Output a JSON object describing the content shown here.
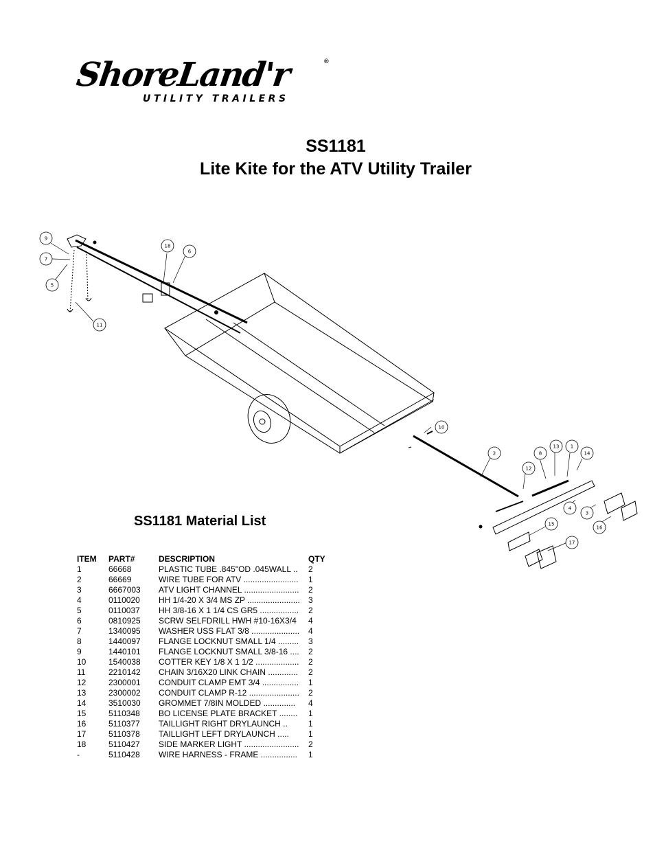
{
  "logo": {
    "brand": "ShoreLand'r",
    "registered": "®",
    "tagline": "UTILITY TRAILERS"
  },
  "title": {
    "model": "SS1181",
    "name": "Lite Kite for the ATV Utility Trailer"
  },
  "diagram": {
    "callouts": [
      "9",
      "7",
      "5",
      "18",
      "6",
      "11",
      "10",
      "2",
      "12",
      "8",
      "13",
      "1",
      "14",
      "4",
      "3",
      "16",
      "15",
      "17"
    ]
  },
  "material_list": {
    "title": "SS1181  Material List",
    "headers": {
      "item": "ITEM",
      "part": "PART#",
      "description": "DESCRIPTION",
      "qty": "QTY"
    },
    "rows": [
      {
        "item": "1",
        "part": "66668",
        "description": "PLASTIC TUBE .845\"OD .045WALL ..",
        "qty": "2"
      },
      {
        "item": "2",
        "part": "66669",
        "description": "WIRE TUBE FOR ATV ........................",
        "qty": "1"
      },
      {
        "item": "3",
        "part": "6667003",
        "description": "ATV LIGHT CHANNEL ........................",
        "qty": "2"
      },
      {
        "item": "4",
        "part": "0110020",
        "description": "HH 1/4-20 X 3/4 MS ZP .......................",
        "qty": "3"
      },
      {
        "item": "5",
        "part": "0110037",
        "description": "HH 3/8-16 X 1 1/4 CS GR5 .................",
        "qty": "2"
      },
      {
        "item": "6",
        "part": "0810925",
        "description": "SCRW SELFDRILL HWH #10-16X3/4",
        "qty": "4"
      },
      {
        "item": "7",
        "part": "1340095",
        "description": "WASHER USS FLAT 3/8 .....................",
        "qty": "4"
      },
      {
        "item": "8",
        "part": "1440097",
        "description": "FLANGE LOCKNUT SMALL 1/4 .........",
        "qty": "3"
      },
      {
        "item": "9",
        "part": "1440101",
        "description": "FLANGE LOCKNUT SMALL 3/8-16 ....",
        "qty": "2"
      },
      {
        "item": "10",
        "part": "1540038",
        "description": "COTTER KEY 1/8 X 1 1/2 ...................",
        "qty": "2"
      },
      {
        "item": "11",
        "part": "2210142",
        "description": "CHAIN 3/16X20 LINK CHAIN .............",
        "qty": "2"
      },
      {
        "item": "12",
        "part": "2300001",
        "description": "CONDUIT CLAMP EMT 3/4 ................",
        "qty": "1"
      },
      {
        "item": "13",
        "part": "2300002",
        "description": "CONDUIT CLAMP R-12 ......................",
        "qty": "2"
      },
      {
        "item": "14",
        "part": "3510030",
        "description": "GROMMET  7/8IN MOLDED ..............",
        "qty": "4"
      },
      {
        "item": "15",
        "part": "5110348",
        "description": "BO LICENSE PLATE BRACKET ........",
        "qty": "1"
      },
      {
        "item": "16",
        "part": "5110377",
        "description": "TAILLIGHT   RIGHT   DRYLAUNCH ..",
        "qty": "1"
      },
      {
        "item": "17",
        "part": "5110378",
        "description": "TAILLIGHT   LEFT   DRYLAUNCH .....",
        "qty": "1"
      },
      {
        "item": "18",
        "part": "5110427",
        "description": "SIDE MARKER LIGHT ........................",
        "qty": "2"
      },
      {
        "item": "-",
        "part": "5110428",
        "description": "WIRE HARNESS - FRAME ................",
        "qty": "1"
      }
    ]
  }
}
